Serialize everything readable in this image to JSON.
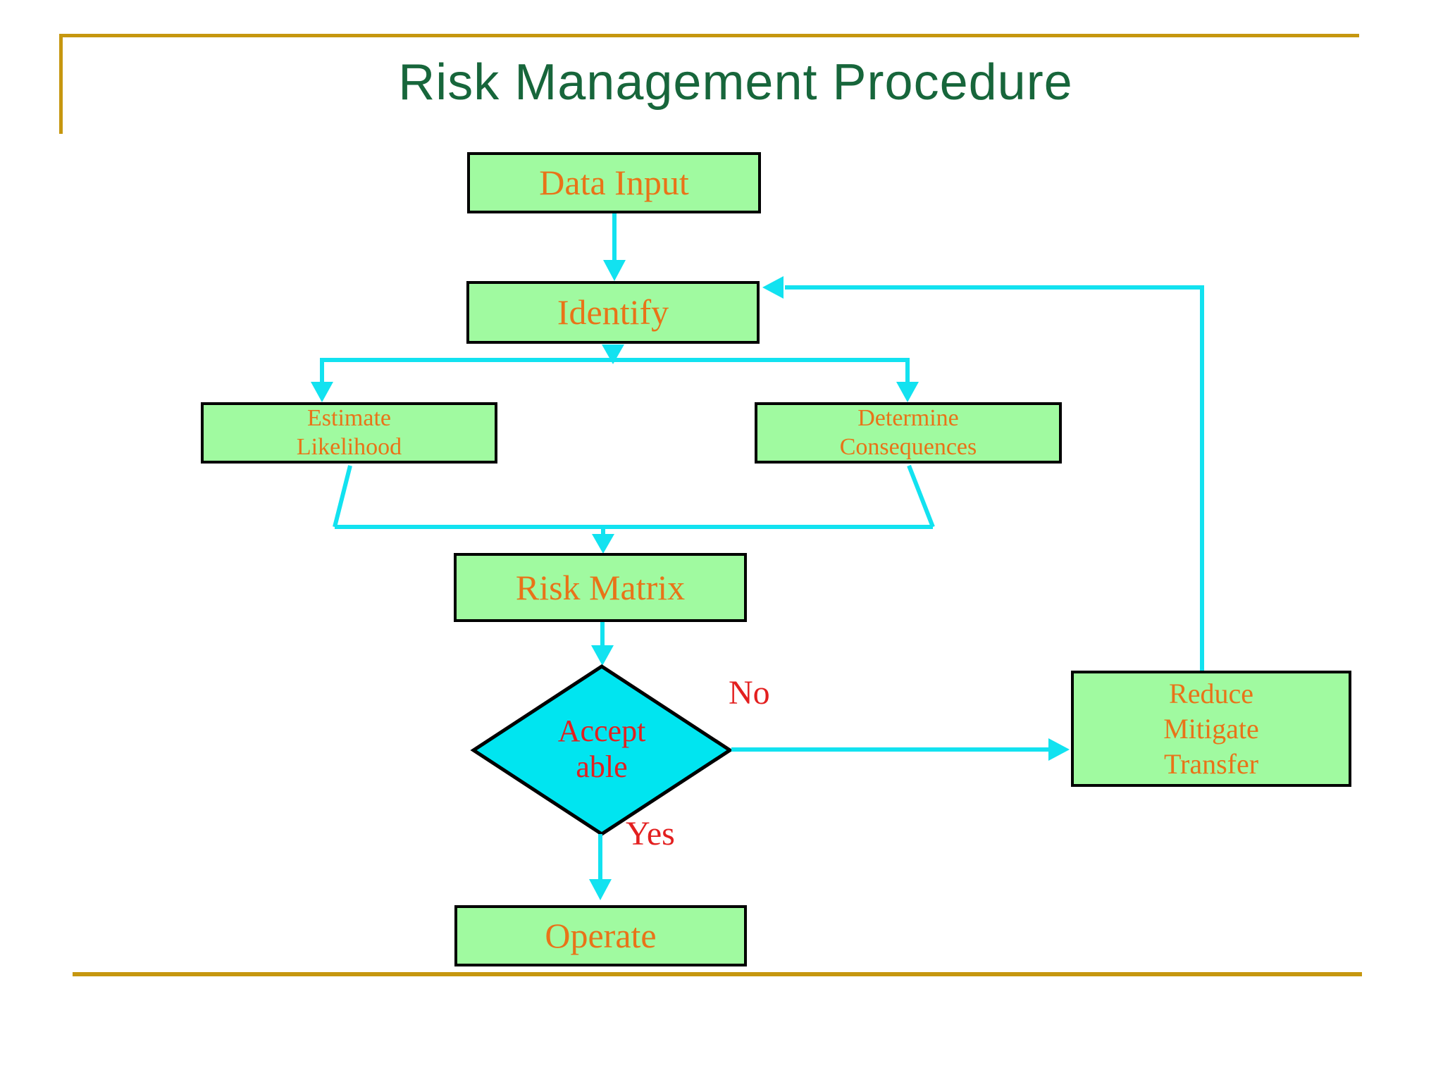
{
  "slide": {
    "title": "Risk Management Procedure"
  },
  "nodes": {
    "data_input": {
      "lines": [
        "Data Input"
      ]
    },
    "identify": {
      "lines": [
        "Identify"
      ]
    },
    "estimate_likelihood": {
      "lines": [
        "Estimate",
        "Likelihood"
      ]
    },
    "determine_consequences": {
      "lines": [
        "Determine",
        "Consequences"
      ]
    },
    "risk_matrix": {
      "lines": [
        "Risk Matrix"
      ]
    },
    "acceptable": {
      "lines": [
        "Accept",
        "able"
      ]
    },
    "operate": {
      "lines": [
        "Operate"
      ]
    },
    "reduce_mitigate_transfer": {
      "lines": [
        "Reduce",
        "Mitigate",
        "Transfer"
      ]
    }
  },
  "edge_labels": {
    "no": "No",
    "yes": "Yes"
  },
  "colors": {
    "background": "#FFFFFF",
    "frame_gold": "#C6970F",
    "title_green": "#17663B",
    "node_fill_green": "#A0FAA0",
    "node_border": "#000000",
    "node_text_orange": "#E97318",
    "connector_cyan": "#12E2F0",
    "decision_fill_cyan": "#00E5F0",
    "decision_text_red": "#E31F1F"
  }
}
